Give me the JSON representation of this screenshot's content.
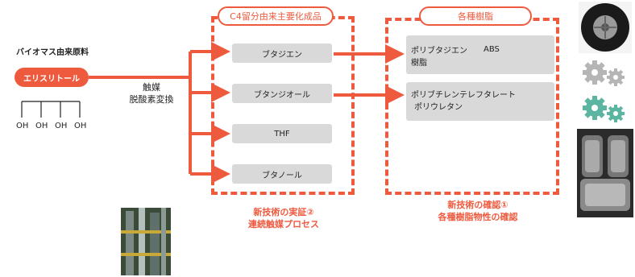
{
  "source": {
    "heading": "バイオマス由来原料",
    "material": "エリスリトール",
    "oh_labels": [
      "OH",
      "OH",
      "OH",
      "OH"
    ]
  },
  "process": {
    "line1": "触媒",
    "line2": "脱酸素変換"
  },
  "products": {
    "title": "C4留分由来主要化成品",
    "items": [
      "ブタジエン",
      "ブタンジオール",
      "THF",
      "ブタノール"
    ],
    "caption_line1": "新技術の実証②",
    "caption_line2": "連続触媒プロセス"
  },
  "resins": {
    "title": "各種樹脂",
    "item1_line1": "ポリブタジエン",
    "item1_abs": "ABS",
    "item1_line2": "樹脂",
    "item2_line1": "ポリブチレンテレフタレート",
    "item2_line2": "ポリウレタン",
    "caption_line1": "新技術の確認①",
    "caption_line2": "各種樹脂物性の確認"
  },
  "colors": {
    "accent": "#ee5a3e",
    "box_gray": "#d9d9d9"
  },
  "images": [
    "tire-photo",
    "gear-icon",
    "gear-icon-teal",
    "car-seat-photo",
    "plant-photo"
  ]
}
